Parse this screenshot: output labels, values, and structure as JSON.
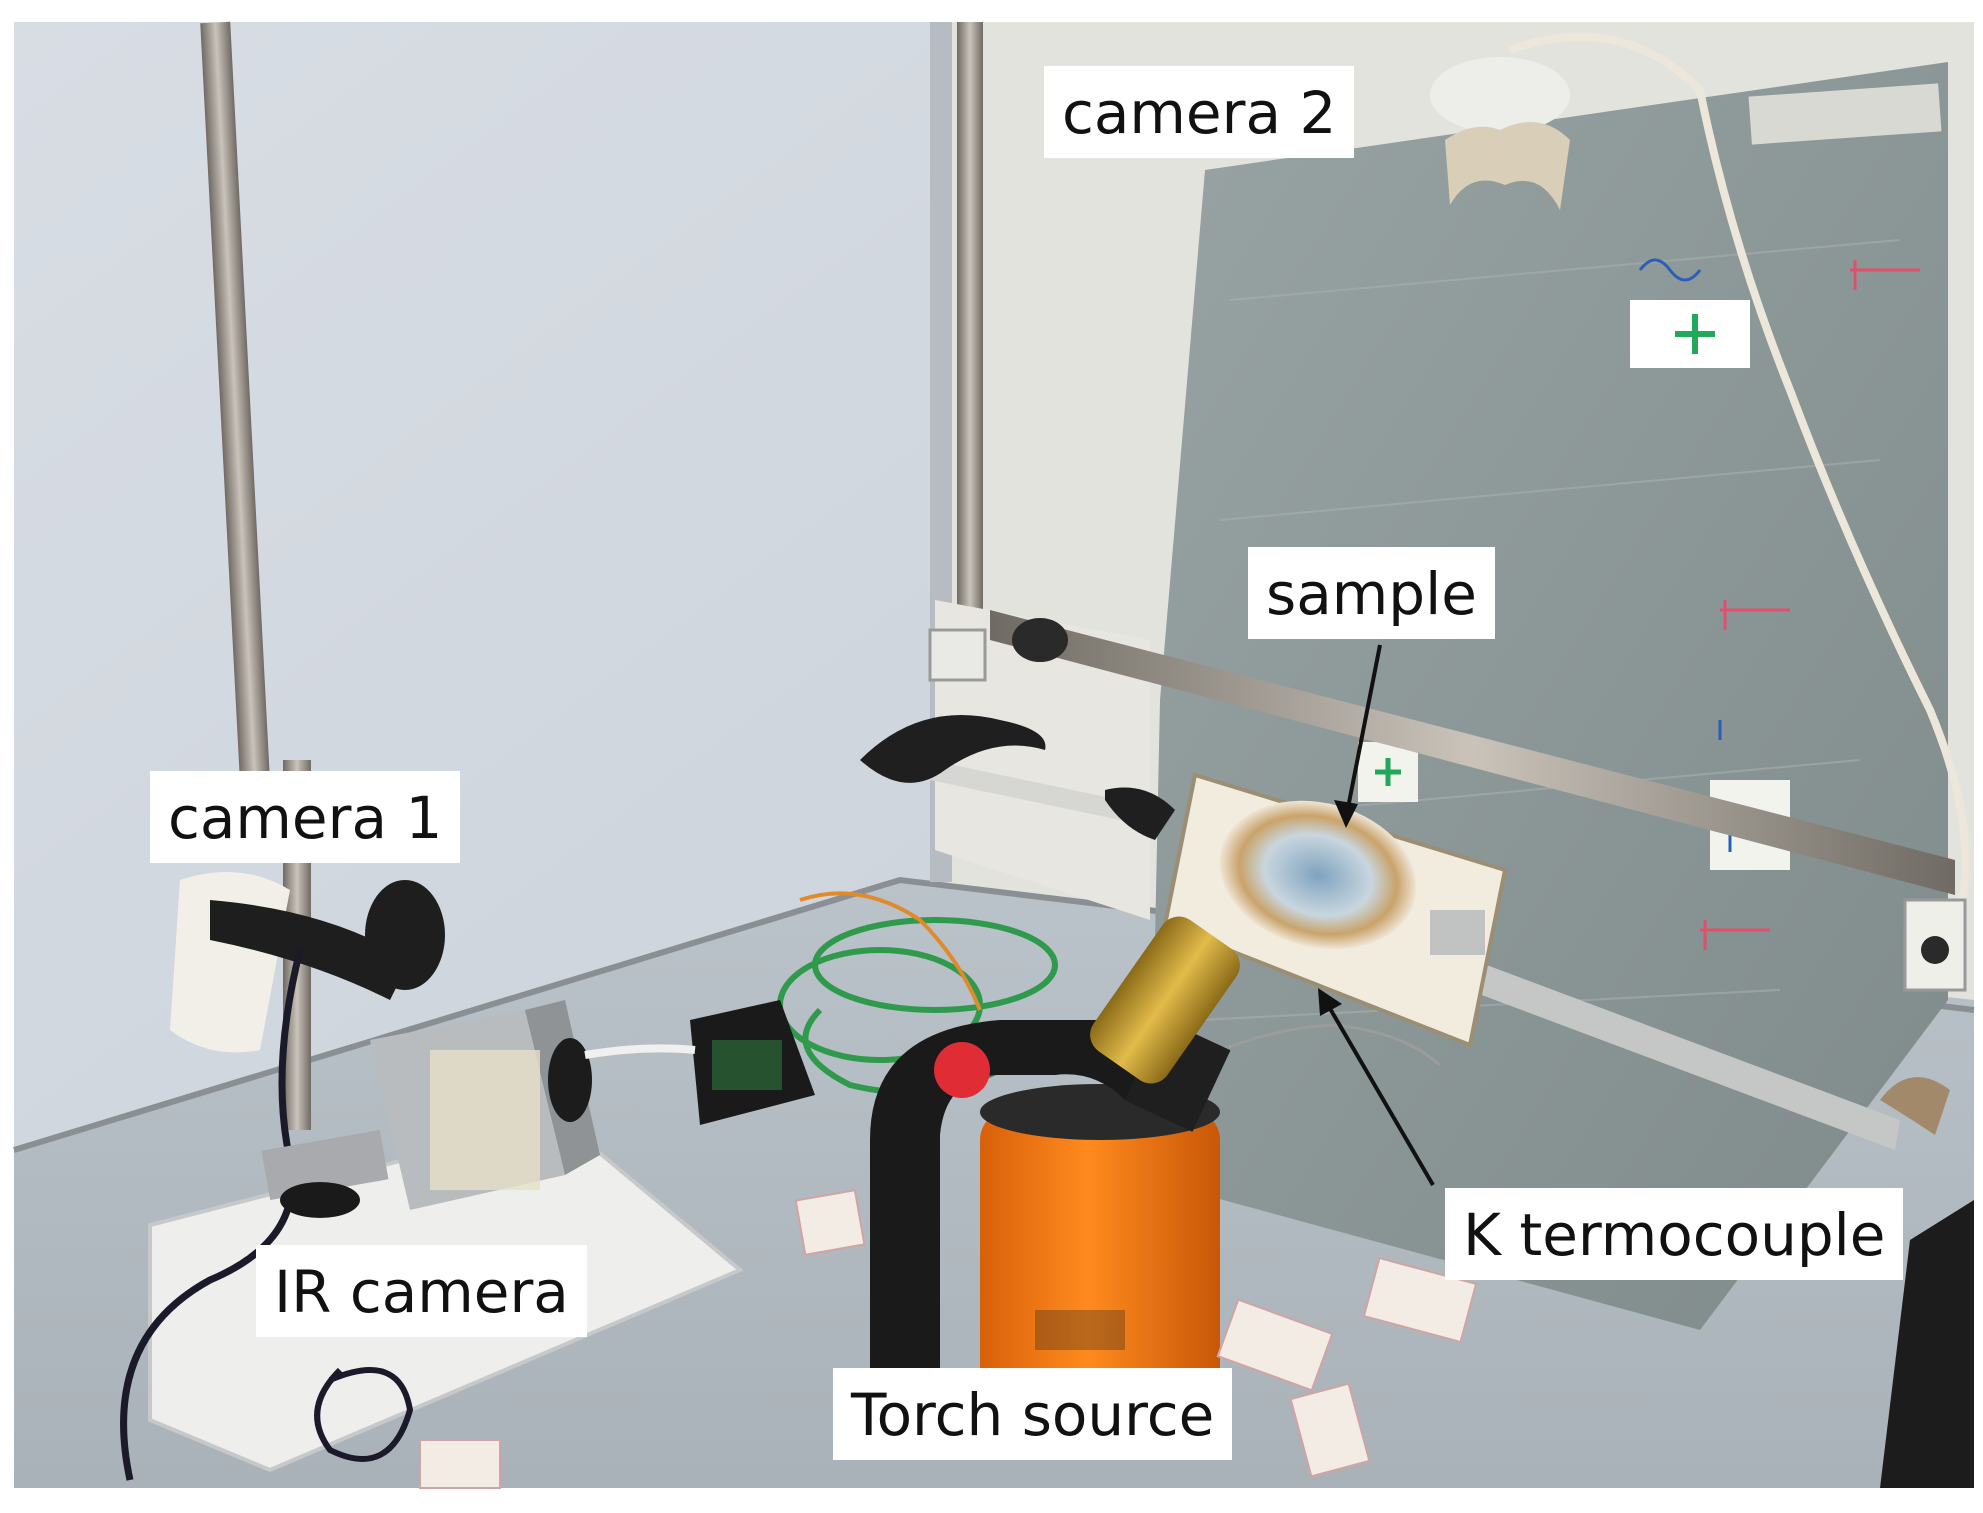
{
  "photo": {
    "colors": {
      "wall": "#cfd6de",
      "floor": "#b3bcc3",
      "board": "#8f9a9a",
      "torch_orange": "#f07a14",
      "brass": "#c39a2c"
    }
  },
  "labels": {
    "camera_2": "camera 2",
    "camera_1": "camera 1",
    "sample": "sample",
    "ir_camera": "IR camera",
    "torch_source": "Torch source",
    "k_termocouple": "K termocouple"
  }
}
